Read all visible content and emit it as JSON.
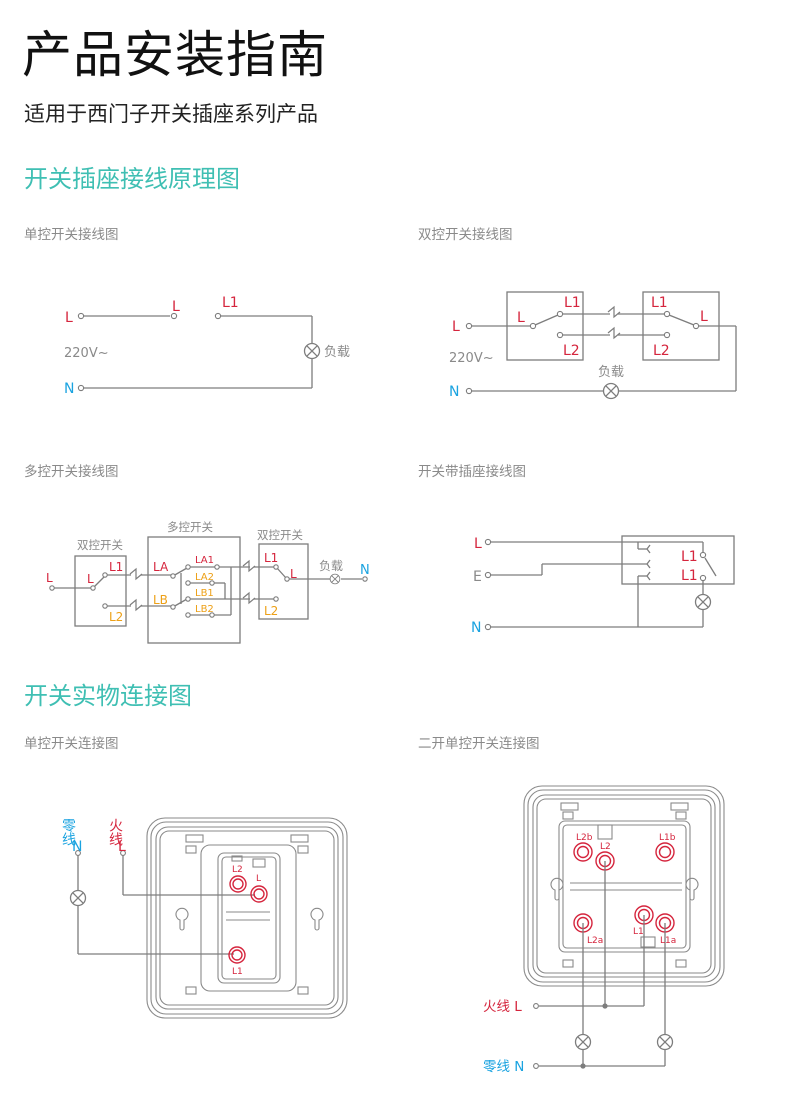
{
  "header": {
    "title": "产品安装指南",
    "subtitle": "适用于西门子开关插座系列产品"
  },
  "sections": {
    "principle": {
      "title": "开关插座接线原理图",
      "single": {
        "caption": "单控开关接线图",
        "L_in": "L",
        "N_in": "N",
        "voltage": "220V~",
        "sw_L": "L",
        "sw_L1": "L1",
        "load": "负载"
      },
      "double": {
        "caption": "双控开关接线图",
        "L_in": "L",
        "N_in": "N",
        "voltage": "220V~",
        "sw1_L": "L",
        "sw1_L1": "L1",
        "sw1_L2": "L2",
        "sw2_L": "L",
        "sw2_L1": "L1",
        "sw2_L2": "L2",
        "load": "负载"
      },
      "multi": {
        "caption": "多控开关接线图",
        "left_box": "双控开关",
        "mid_box": "多控开关",
        "right_box": "双控开关",
        "L_in": "L",
        "left_L": "L",
        "left_L1": "L1",
        "left_L2": "L2",
        "LA": "LA",
        "LB": "LB",
        "LA1": "LA1",
        "LA2": "LA2",
        "LB1": "LB1",
        "LB2": "LB2",
        "right_L1": "L1",
        "right_L2": "L2",
        "right_L": "L",
        "load": "负载",
        "N_out": "N"
      },
      "socket": {
        "caption": "开关带插座接线图",
        "L_in": "L",
        "E_in": "E",
        "N_in": "N",
        "L1_top": "L1",
        "L1_bottom": "L1"
      }
    },
    "physical": {
      "title": "开关实物连接图",
      "single": {
        "caption": "单控开关连接图",
        "neutral_label": "零线",
        "neutral_symbol": "N",
        "live_label": "火线",
        "live_symbol": "L",
        "term_L2": "L2",
        "term_L": "L",
        "term_L1": "L1"
      },
      "double": {
        "caption": "二开单控开关连接图",
        "term_L2b": "L2b",
        "term_L2": "L2",
        "term_L1b": "L1b",
        "term_L2a": "L2a",
        "term_L1": "L1",
        "term_L1a": "L1a",
        "live": "火线 L",
        "neutral": "零线 N"
      }
    }
  },
  "colors": {
    "accent": "#3fbfb3",
    "live": "#d5253d",
    "neutral": "#1aa3e0",
    "secondary_terminal": "#eda017",
    "wire": "#7d7d7d"
  }
}
